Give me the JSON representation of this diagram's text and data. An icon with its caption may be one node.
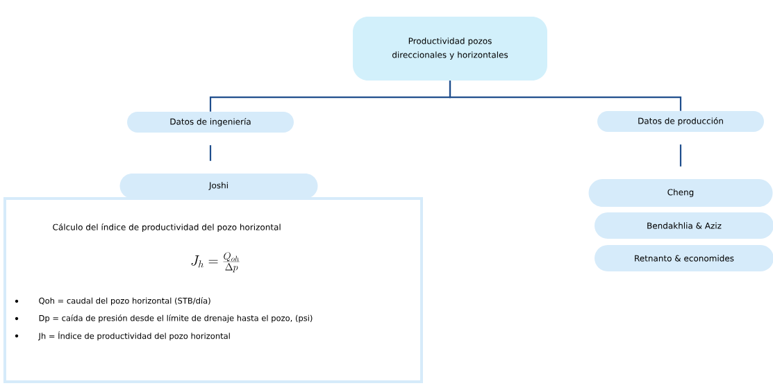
{
  "diagram": {
    "nodes": [
      {
        "text": [
          "Productividad pozos direccionales y horizontales"
        ]
      },
      {
        "text": [
          "Datos de ingeniería"
        ]
      },
      {
        "text": [
          "Datos de producción"
        ]
      },
      {
        "text": [
          "Joshi"
        ]
      },
      {
        "text": [
          "Cálculo del índice de productividad del pozo horizontal",
          "J_{h} = \\frac{Q_{oh}}{\\Delta p}",
          "Qoh = caudal del pozo horizontal (STB/día)",
          "Dp = caída de presión desde el límite de drenaje hasta el pozo, (psi)",
          "Jh = Índice de productividad del pozo horizontal"
        ]
      },
      {
        "text": [
          "Cheng"
        ]
      },
      {
        "text": [
          "Bendakhlia & Aziz"
        ]
      },
      {
        "text": [
          "Retnanto & economides"
        ]
      }
    ],
    "edges": [
      {
        "from": 0,
        "to": 1,
        "arrow": "none"
      },
      {
        "from": 0,
        "to": 2,
        "arrow": "none"
      },
      {
        "from": 1,
        "to": 3,
        "arrow": "none"
      },
      {
        "from": 2,
        "to": 5,
        "arrow": "none"
      }
    ]
  }
}
